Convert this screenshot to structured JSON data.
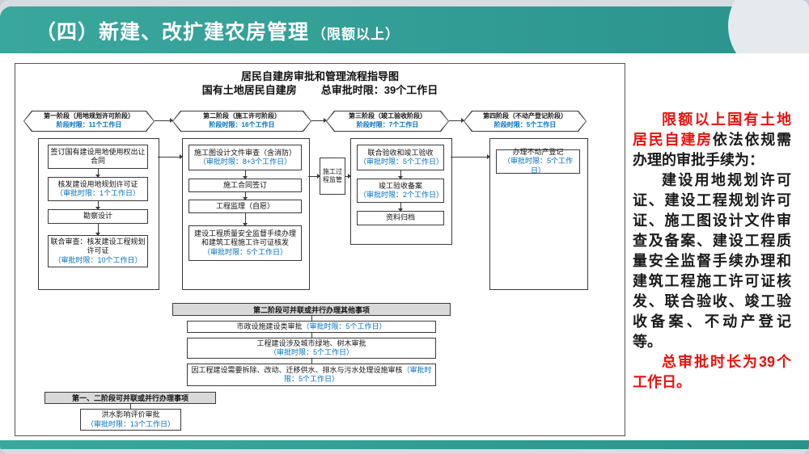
{
  "colors": {
    "accent_teal": "#2f9a92",
    "accent_red": "#e8110d",
    "accent_blue": "#0070c0"
  },
  "header": {
    "title": "（四）新建、改扩建农房管理",
    "subtitle": "（限额以上）"
  },
  "flow": {
    "title1": "居民自建房审批和管理流程指导图",
    "title2a": "国有土地居民自建房",
    "title2b": "总审批时限：39个工作日",
    "stages": [
      {
        "label": "第一阶段（用地规划许可阶段）",
        "time": "阶段时限：11个工作日"
      },
      {
        "label": "第二阶段（施工许可阶段）",
        "time": "阶段时限：16个工作日"
      },
      {
        "label": "第三阶段（竣工验收阶段）",
        "time": "阶段时限：7个工作日"
      },
      {
        "label": "第四阶段（不动产登记阶段）",
        "time": "阶段时限：5个工作日"
      }
    ],
    "col1": [
      {
        "main": "签订国有建设用地使用权出让合同"
      },
      {
        "main": "核发建设用地规划许可证",
        "time": "（审批时限：1个工作日）"
      },
      {
        "main": "勘察设计"
      },
      {
        "main": "联合审查：核发建设工程规划许可证",
        "time": "（审批时限：10个工作日）"
      }
    ],
    "col2": [
      {
        "main": "施工图设计文件审查（含消防）",
        "time": "（审批时限：8+3个工作日）"
      },
      {
        "main": "施工合同签订"
      },
      {
        "main": "工程监理（自愿）"
      },
      {
        "main": "建设工程质量安全监督手续办理和建筑工程施工许可证核发",
        "time": "（审批时限：5个工作日）"
      }
    ],
    "monitor": "施工过程监管",
    "col3": [
      {
        "main": "联合验收和竣工验收",
        "time": "（审批时限：5个工作日）"
      },
      {
        "main": "竣工验收备案",
        "time": "（审批时限：2个工作日）"
      },
      {
        "main": "资料归档"
      }
    ],
    "col4": [
      {
        "main": "办理不动产登记",
        "time": "（审批时限：5个工作日）"
      }
    ],
    "sec2": {
      "header": "第二阶段可并联或并行办理其他事项",
      "items": [
        {
          "main": "市政设施建设类审批",
          "time": "（审批时限：5个工作日）"
        },
        {
          "main": "工程建设涉及城市绿地、树木审批",
          "time": "（审批时限：5个工作日）"
        },
        {
          "main": "因工程建设需要拆除、改动、迁移供水、排水与污水处理设施审核",
          "time": "（审批时限：5个工作日）"
        }
      ]
    },
    "sec3": {
      "header": "第一、二阶段可并联或并行办理事项",
      "item": {
        "main": "洪水影响评价审批",
        "time": "（审批时限：13个工作日）"
      }
    }
  },
  "summary": {
    "p1_red": "限额以上国有土地居民自建房",
    "p1_black": "依法依规需办理的审批手续为：",
    "body": "建设用地规划许可证、建设工程规划许可证、施工图设计文件审查及备案、建设工程质量安全监督手续办理和建筑工程施工许可证核发、联合验收、竣工验收备案、不动产登记等。",
    "tail_red": "总审批时长为39个工作日。"
  }
}
